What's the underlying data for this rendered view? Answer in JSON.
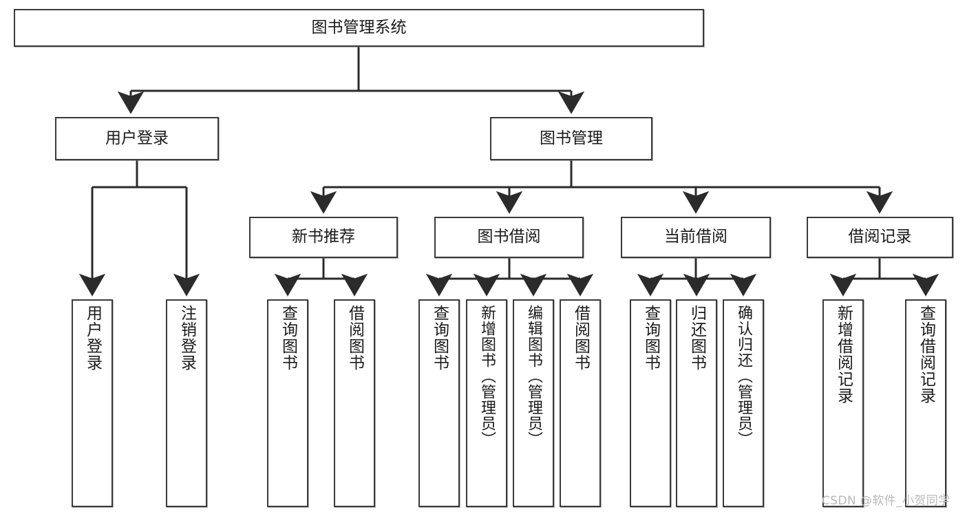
{
  "diagram": {
    "title": "图书管理系统",
    "type": "tree",
    "watermark": "CSDN @软件_小贺同学",
    "nodes": {
      "root": {
        "label": "图书管理系统"
      },
      "level2": [
        {
          "label": "用户登录"
        },
        {
          "label": "图书管理"
        }
      ],
      "level3": [
        {
          "label": "新书推荐"
        },
        {
          "label": "图书借阅"
        },
        {
          "label": "当前借阅"
        },
        {
          "label": "借阅记录"
        }
      ],
      "leaves": {
        "user_login": [
          {
            "label": "用户登录"
          },
          {
            "label": "注销登录"
          }
        ],
        "new_book_recommend": [
          {
            "label": "查询图书"
          },
          {
            "label": "借阅图书"
          }
        ],
        "book_borrow": [
          {
            "label": "查询图书"
          },
          {
            "label": "新增图书（管理员）"
          },
          {
            "label": "编辑图书（管理员）"
          },
          {
            "label": "借阅图书"
          }
        ],
        "current_borrow": [
          {
            "label": "查询图书"
          },
          {
            "label": "归还图书"
          },
          {
            "label": "确认归还（管理员）"
          }
        ],
        "borrow_record": [
          {
            "label": "新增借阅记录"
          },
          {
            "label": "查询借阅记录"
          }
        ]
      }
    },
    "colors": {
      "stroke": "#3a3a3a",
      "fill": "#ffffff",
      "text": "#1a1a1a",
      "watermark": "#b9b9b9"
    }
  }
}
